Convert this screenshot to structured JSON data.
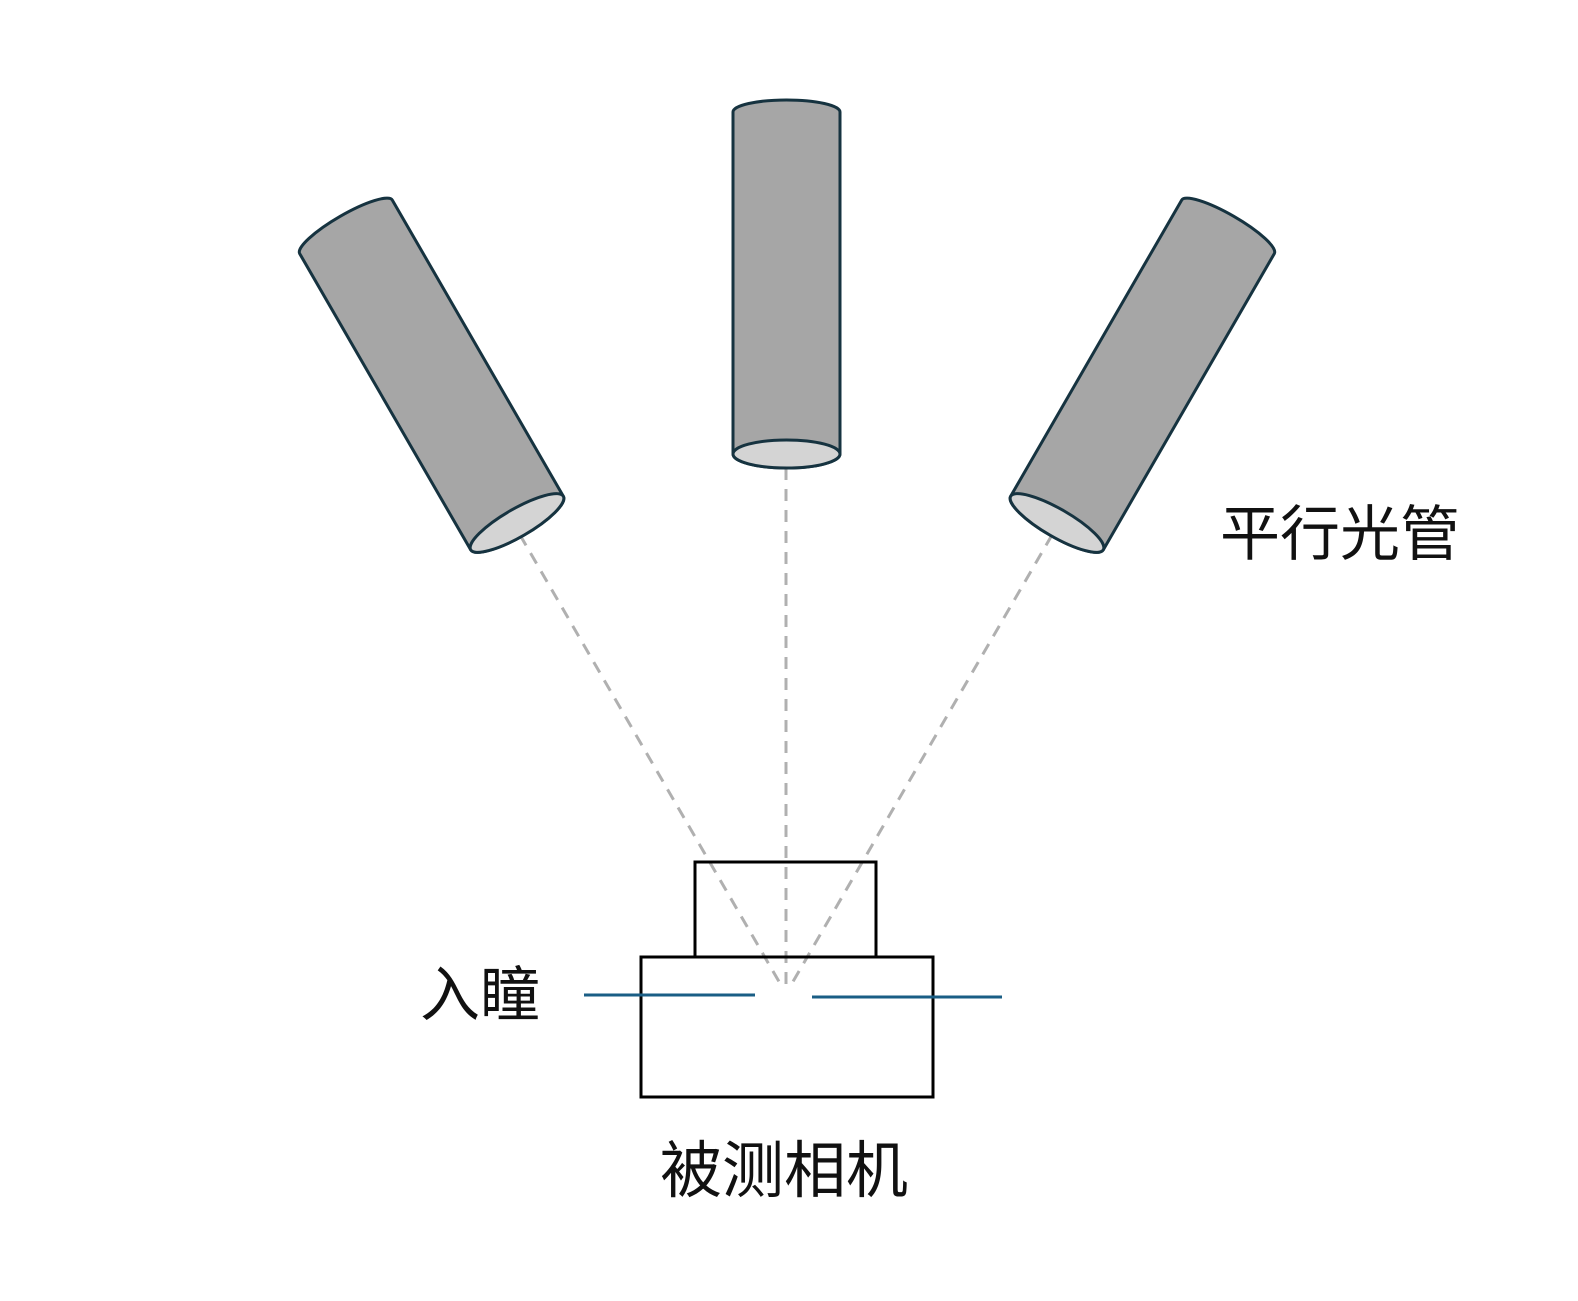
{
  "labels": {
    "collimator": "平行光管",
    "entrance_pupil": "入瞳",
    "camera_under_test": "被测相机"
  },
  "colors": {
    "cylinder_fill": "#a6a6a6",
    "cylinder_end": "#d4d4d4",
    "outline": "#163340",
    "ray": "#b0b0b0",
    "pupil_line": "#1a5e85",
    "camera_outline": "#000000"
  }
}
